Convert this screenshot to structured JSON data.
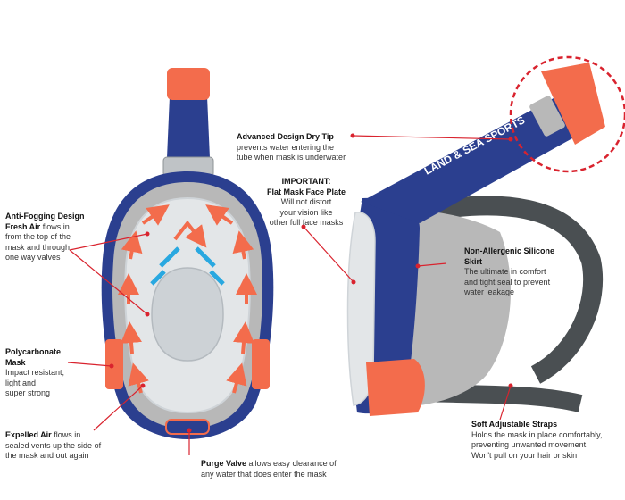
{
  "brand_text": "LAND & SEA SPORTS",
  "colors": {
    "navy": "#2b3f8f",
    "coral": "#f36c4c",
    "grey_skirt": "#b8b8b8",
    "clear_plate": "#e3e6e8",
    "strap": "#4a4f52",
    "pointer_red": "#d9232e",
    "fresh_air_arrow": "#f36c4c",
    "expelled_air_arrow": "#29a8e0"
  },
  "callouts": {
    "dry_tip": {
      "title": "Advanced Design Dry Tip",
      "lines": [
        "prevents water entering the",
        "tube when mask is underwater"
      ]
    },
    "face_plate": {
      "title1": "IMPORTANT:",
      "title2": "Flat Mask Face Plate",
      "lines": [
        "Will not distort",
        "your vision like",
        "other full face masks"
      ]
    },
    "anti_fog": {
      "title1": "Anti-Fogging Design",
      "bold": "Fresh Air",
      "rest1": " flows in",
      "lines": [
        "from the top of the",
        "mask and through",
        "one way valves"
      ]
    },
    "skirt": {
      "title1": "Non-Allergenic Silicone",
      "title2": "Skirt",
      "lines": [
        "The ultimate in comfort",
        "and tight seal to prevent",
        "water leakage"
      ]
    },
    "polycarbonate": {
      "title1": "Polycarbonate",
      "title2": "Mask",
      "lines": [
        "Impact resistant,",
        "light and",
        "super strong"
      ]
    },
    "expelled": {
      "bold": "Expelled Air",
      "rest1": " flows in",
      "lines": [
        "sealed vents up the side of",
        "the mask and out again"
      ]
    },
    "purge": {
      "bold": "Purge Valve",
      "rest1": " allows easy clearance of",
      "line2": "any water that does enter the mask"
    },
    "straps": {
      "title": "Soft Adjustable Straps",
      "lines": [
        "Holds the mask in place comfortably,",
        "preventing unwanted movement.",
        "Won't pull on your hair or skin"
      ]
    }
  }
}
